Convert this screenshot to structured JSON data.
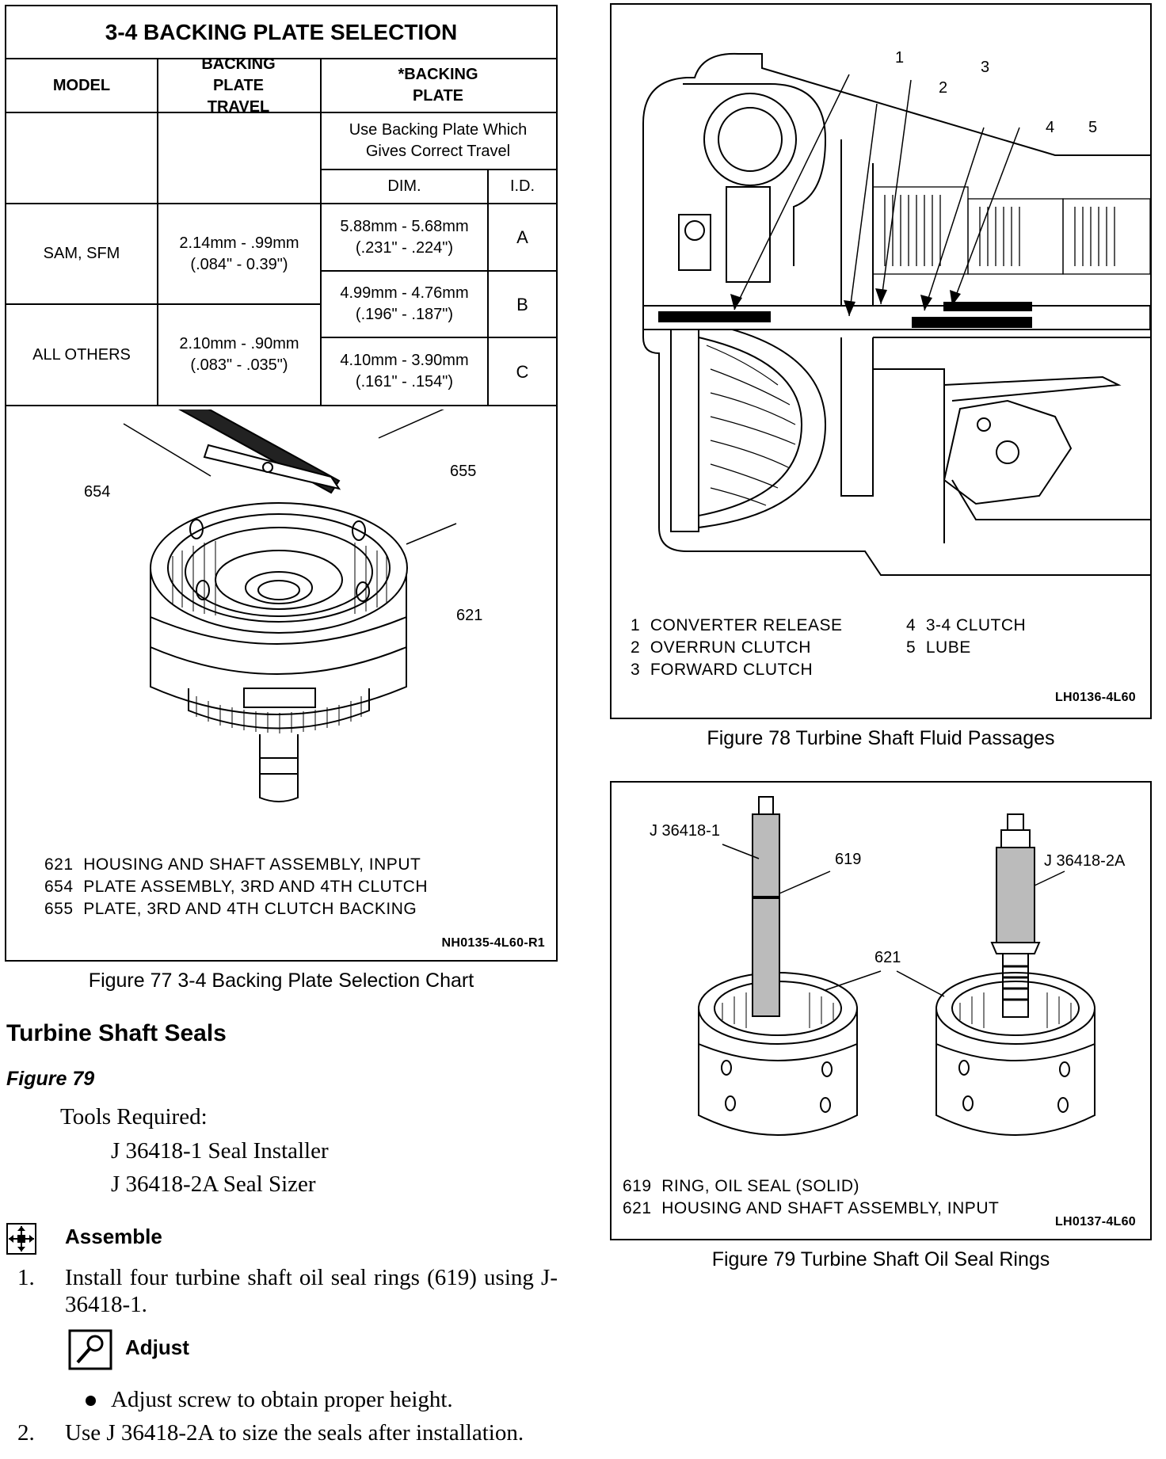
{
  "fig77": {
    "table": {
      "title": "3-4 BACKING PLATE SELECTION",
      "headers": [
        "MODEL",
        "BACKING PLATE TRAVEL",
        "*BACKING PLATE"
      ],
      "instruction": "Use Backing Plate Which Gives Correct Travel",
      "subheaders": [
        "DIM.",
        "I.D."
      ],
      "rows": [
        {
          "model": "SAM, SFM",
          "travel": "2.14mm - .99mm",
          "travel_in": "(.084\" - 0.39\")"
        },
        {
          "model": "ALL OTHERS",
          "travel": "2.10mm - .90mm",
          "travel_in": "(.083\" - .035\")"
        }
      ],
      "plates": [
        {
          "dim": "5.88mm - 5.68mm",
          "dim_in": "(.231\" - .224\")",
          "id": "A"
        },
        {
          "dim": "4.99mm - 4.76mm",
          "dim_in": "(.196\" - .187\")",
          "id": "B"
        },
        {
          "dim": "4.10mm - 3.90mm",
          "dim_in": "(.161\" - .154\")",
          "id": "C"
        }
      ]
    },
    "callouts": [
      "654",
      "655",
      "621"
    ],
    "legend": [
      "621  HOUSING AND SHAFT ASSEMBLY, INPUT",
      "654  PLATE ASSEMBLY, 3RD AND 4TH CLUTCH",
      "655  PLATE, 3RD AND 4TH CLUTCH BACKING"
    ],
    "code": "NH0135-4L60-R1",
    "caption": "Figure 77 3-4 Backing Plate Selection Chart"
  },
  "fig78": {
    "callouts": [
      "1",
      "2",
      "3",
      "4",
      "5"
    ],
    "legend_left": [
      "1  CONVERTER RELEASE",
      "2  OVERRUN CLUTCH",
      "3  FORWARD CLUTCH"
    ],
    "legend_right": [
      "4  3-4 CLUTCH",
      "5  LUBE"
    ],
    "code": "LH0136-4L60",
    "caption": "Figure 78 Turbine Shaft Fluid Passages"
  },
  "fig79": {
    "tool1": "J 36418-1",
    "tool2": "J 36418-2A",
    "part619": "619",
    "part621": "621",
    "legend": [
      "619  RING, OIL SEAL (SOLID)",
      "621  HOUSING AND SHAFT ASSEMBLY, INPUT"
    ],
    "code": "LH0137-4L60",
    "caption": "Figure 79 Turbine Shaft Oil Seal Rings"
  },
  "section": {
    "heading": "Turbine Shaft Seals",
    "figure_ref": "Figure 79",
    "tools_label": "Tools Required:",
    "tools": [
      "J 36418-1 Seal Installer",
      "J 36418-2A Seal Sizer"
    ],
    "assemble_label": "Assemble",
    "step1_num": "1.",
    "step1": "Install four turbine shaft oil seal rings (619) using J-36418-1.",
    "adjust_label": "Adjust",
    "bullet": "Adjust screw to obtain proper height.",
    "step2_num": "2.",
    "step2": "Use J 36418-2A to size the seals after installation."
  }
}
